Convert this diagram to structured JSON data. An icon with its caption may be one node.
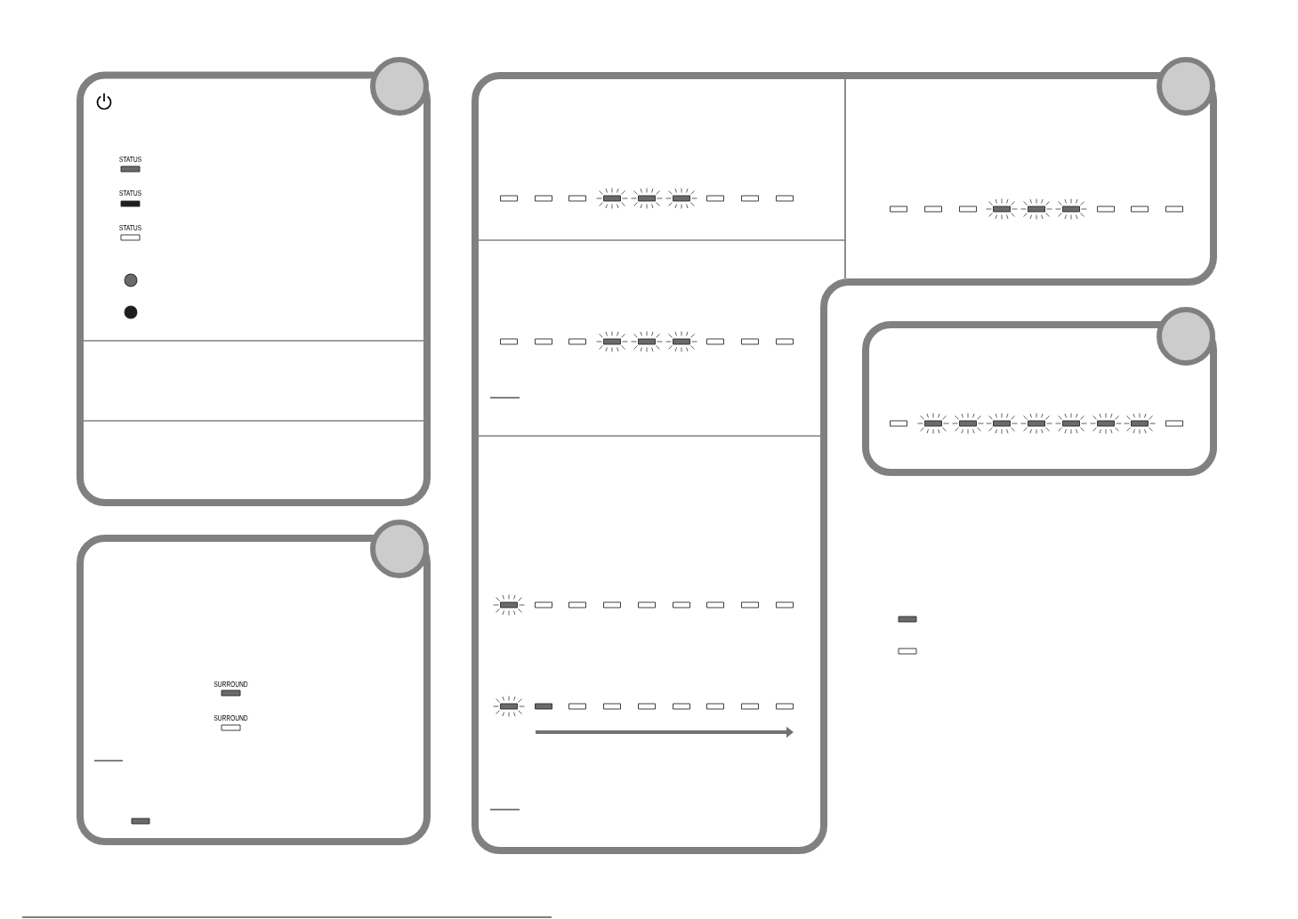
{
  "diagram": {
    "labels": [
      "STATUS",
      "STATUS",
      "STATUS",
      "SURROUND",
      "SURROUND"
    ]
  }
}
